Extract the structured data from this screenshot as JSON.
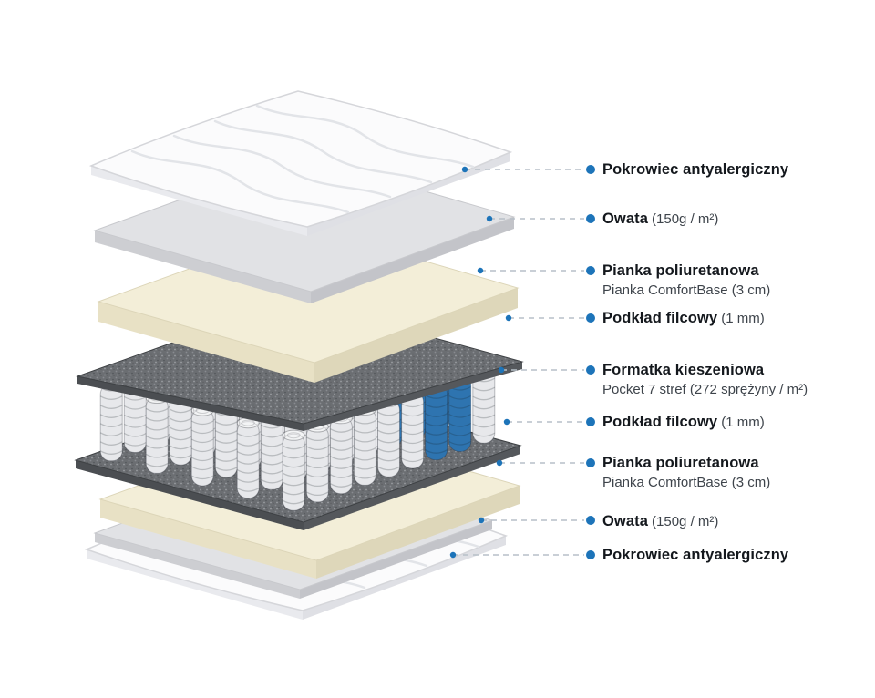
{
  "colors": {
    "accent": "#1d74b9",
    "leader_line": "#b7bfc8",
    "title_text": "#14181d",
    "detail_text": "#3e444b"
  },
  "legend": {
    "items": [
      {
        "title": "Pokrowiec antyalergiczny"
      },
      {
        "title": "Owata",
        "detail": "(150g / m²)"
      },
      {
        "title": "Pianka poliuretanowa",
        "subtitle": "Pianka ComfortBase (3 cm)"
      },
      {
        "title": "Podkład filcowy",
        "detail": "(1 mm)"
      },
      {
        "title": "Formatka kieszeniowa",
        "subtitle": "Pocket 7 stref (272 sprężyny / m²)"
      },
      {
        "title": "Podkład filcowy",
        "detail": "(1 mm)"
      },
      {
        "title": "Pianka poliuretanowa",
        "subtitle": "Pianka ComfortBase (3 cm)"
      },
      {
        "title": "Owata",
        "detail": "(150g / m²)"
      },
      {
        "title": "Pokrowiec antyalergiczny"
      }
    ]
  },
  "diagram": {
    "type": "exploded-mattress-layers",
    "spring_colors": {
      "standard": "#e7e8eb",
      "accent": "#2e74b0"
    }
  }
}
